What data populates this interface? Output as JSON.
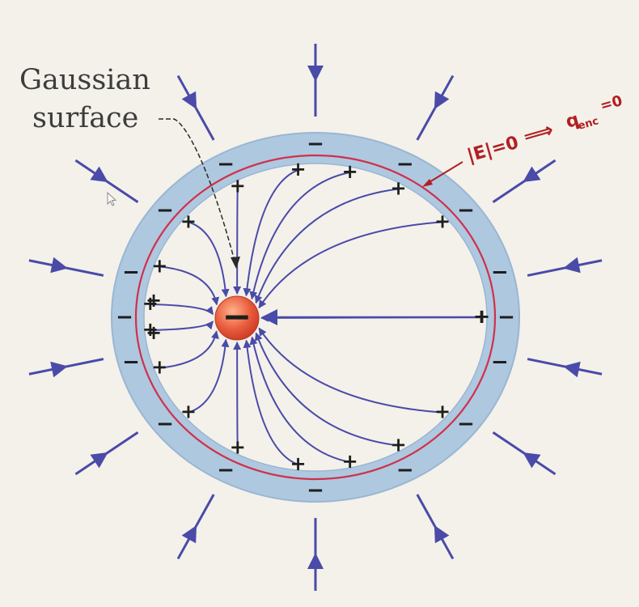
{
  "labels": {
    "line1": "Gaussian",
    "line2": "surface"
  },
  "center_charge": {
    "symbol": "−"
  },
  "surface_charges": {
    "inner": "+",
    "outer": "−"
  },
  "annotation": {
    "field": "|E|=0",
    "implies": "⟹",
    "q": "q",
    "q_sub": "enc",
    "q_rest": "=0"
  },
  "colors": {
    "background": "#f3f1ea",
    "shell": "#aec8e0",
    "shell_edge": "#9ab6d3",
    "field_lines": "#4a4aa8",
    "gaussian_surface": "#d0304a",
    "charge": "#e85a3c",
    "annotation": "#b21f22"
  },
  "icons": [
    "cursor-icon"
  ]
}
